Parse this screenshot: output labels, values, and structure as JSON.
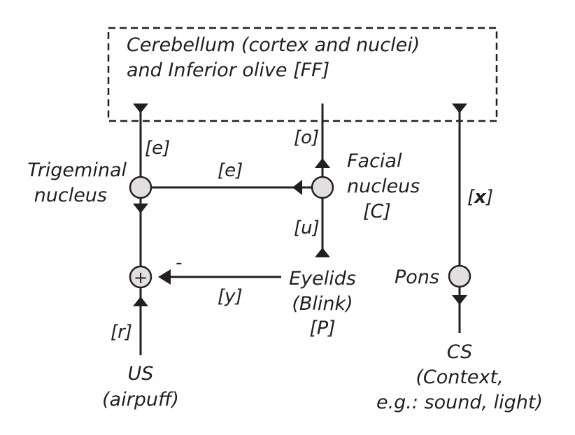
{
  "box": {
    "line1": "Cerebellum (cortex and nuclei)",
    "line2": "and Inferior olive [FF]"
  },
  "nodes": {
    "trigeminal_line1": "Trigeminal",
    "trigeminal_line2": "nucleus",
    "facial_line1": "Facial",
    "facial_line2": "nucleus",
    "facial_line3": "[C]",
    "eyelids_line1": "Eyelids",
    "eyelids_line2": "(Blink)",
    "eyelids_line3": "[P]",
    "pons": "Pons",
    "sum_symbol": "+"
  },
  "inputs": {
    "us_line1": "US",
    "us_line2": "(airpuff)",
    "cs_line1": "CS",
    "cs_line2": "(Context,",
    "cs_line3": "e.g.: sound, light)"
  },
  "signals": {
    "e_vertical": "[e]",
    "e_horizontal": "[e]",
    "o": "[o]",
    "u": "[u]",
    "x_open": "[",
    "x_var": "x",
    "x_close": "]",
    "y": "[y]",
    "r": "[r]",
    "minus": "-"
  }
}
